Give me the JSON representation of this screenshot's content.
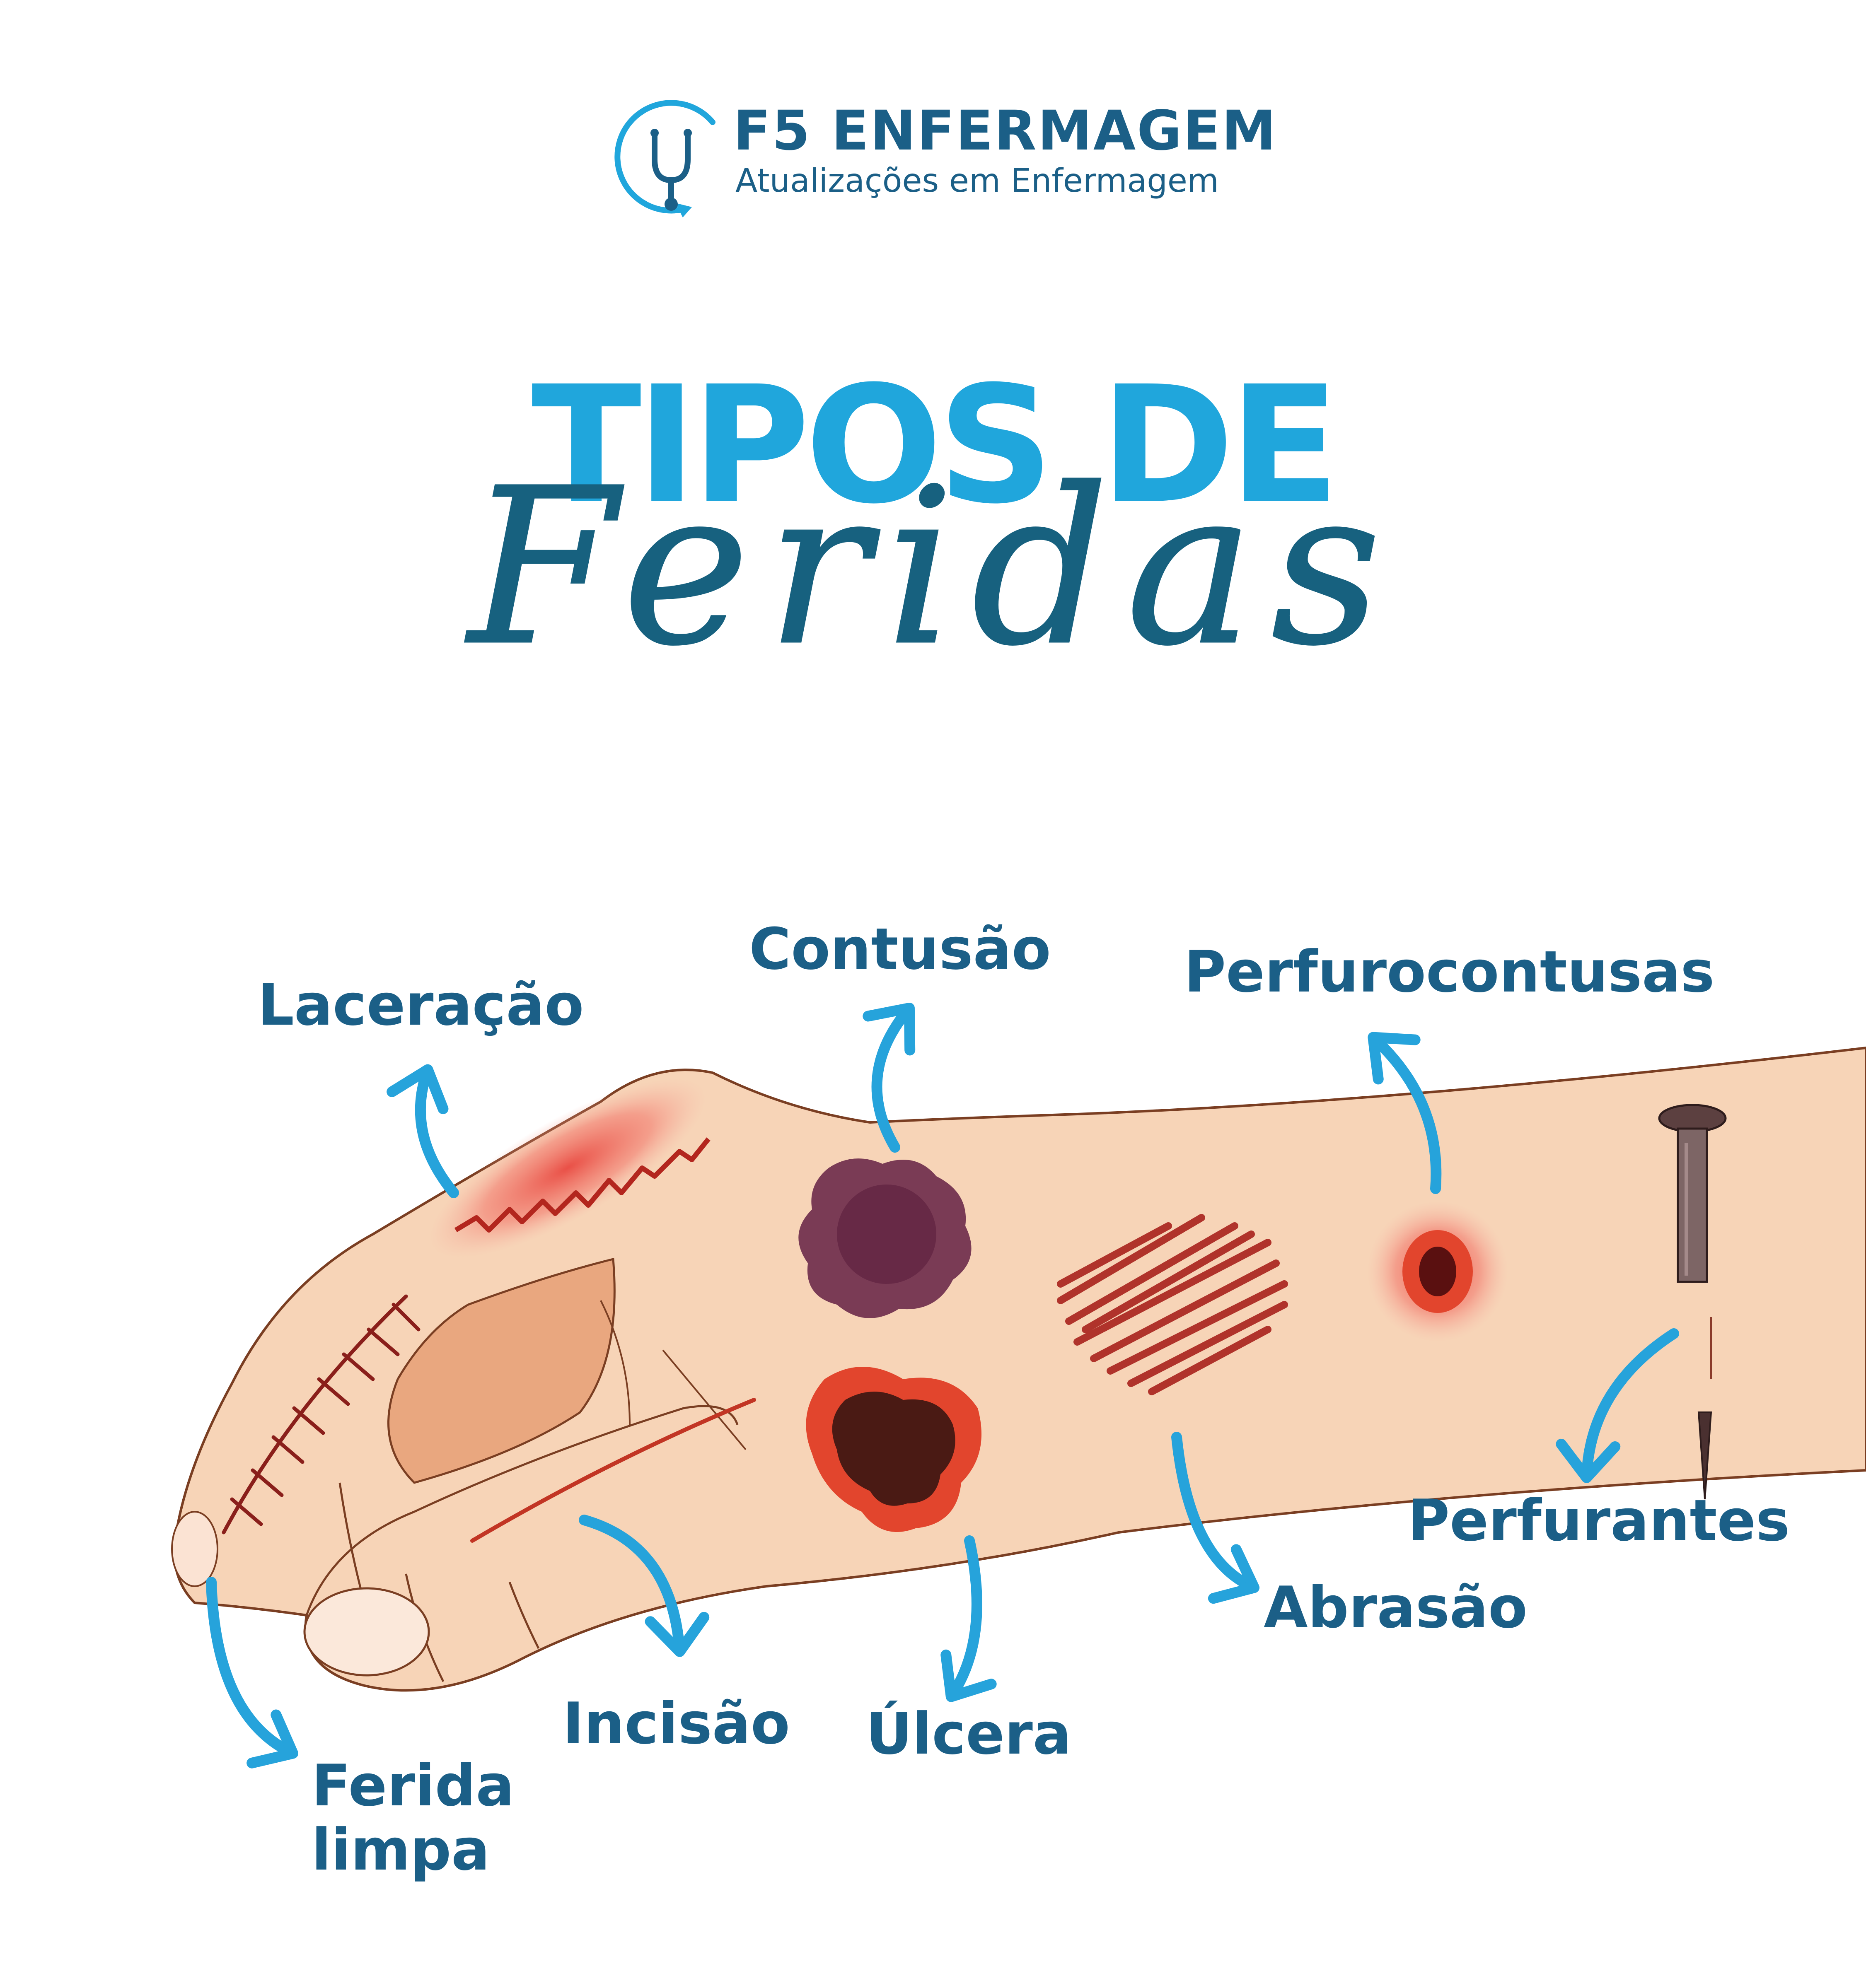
{
  "brand": {
    "name": "F5 ENFERMAGEM",
    "tagline": "Atualizações em Enfermagem"
  },
  "title": {
    "main": "TIPOS DE",
    "script": "Feridas"
  },
  "wound_labels": {
    "laceracao": "Laceração",
    "contusao": "Contusão",
    "perfurocontusas": "Perfurocontusas",
    "perfurantes": "Perfurantes",
    "abrasao": "Abrasão",
    "ulcera": "Úlcera",
    "incisao": "Incisão",
    "ferida_limpa_line1": "Ferida",
    "ferida_limpa_line2": "limpa"
  },
  "colors": {
    "title_blue": "#20a6dc",
    "brand_dark": "#1b5f87",
    "arrow_blue": "#26a3db",
    "skin": "#f7d4b7",
    "skin_outline": "#7a3e22"
  }
}
